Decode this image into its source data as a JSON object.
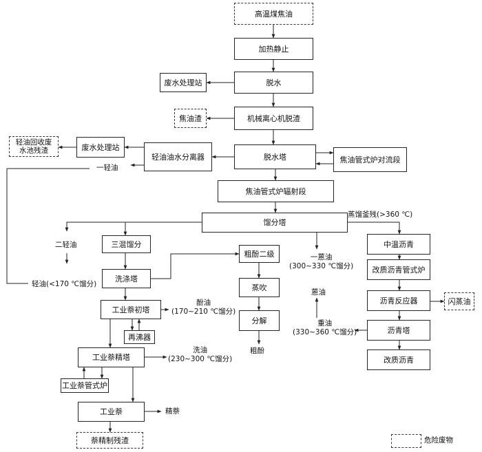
{
  "nodes": {
    "raw_tar": "高温煤焦油",
    "heat_settle": "加热静止",
    "dewater": "脱水",
    "wastewater_1": "废水处理站",
    "tar_residue": "焦油渣",
    "centrifuge": "机械离心机脱渣",
    "oil_residue": "轻油回收废\n水池残渣",
    "wastewater_2": "废水处理站",
    "light_oil_sep": "轻油油水分离器",
    "dewater_tower": "脱水塔",
    "furnace_conv": "焦油管式炉对流段",
    "furnace_rad": "焦油管式炉辐射段",
    "fractionation": "馏分塔",
    "three_fraction": "三混馏分",
    "crude_phenol2": "粗酚二级",
    "mid_pitch": "中温沥青",
    "wash_tower": "洗涤塔",
    "steam_blow": "蒸吹",
    "mod_furnace": "改质沥青管式炉",
    "naph_primary": "工业萘初塔",
    "decompose": "分解",
    "pitch_reactor": "沥青反应器",
    "flash_oil": "闪蒸油",
    "reboiler": "再沸器",
    "pitch_tower": "沥青塔",
    "naph_fine": "工业萘精塔",
    "mod_pitch": "改质沥青",
    "naph_furnace": "工业萘管式炉",
    "ind_naph": "工业萘",
    "naph_residue": "萘精制残渣",
    "legend": "危险废物"
  },
  "labels": {
    "light_oil_1": "一轻油",
    "residue": "蒸馏釜残(>360 ℃)",
    "light_oil_2": "二轻油",
    "anthracene_1": "一蒽油\n(300~330 ℃馏分)",
    "light_oil": "轻油(<170 ℃馏分)",
    "phenol_oil": "酚油\n(170~210 ℃馏分)",
    "anthracene": "蒽油",
    "heavy_oil": "重油\n(330~360 ℃馏分)",
    "wash_oil": "洗油\n(230~300 ℃馏分)",
    "crude_phenol": "粗酚",
    "refined_naph": "精萘"
  }
}
